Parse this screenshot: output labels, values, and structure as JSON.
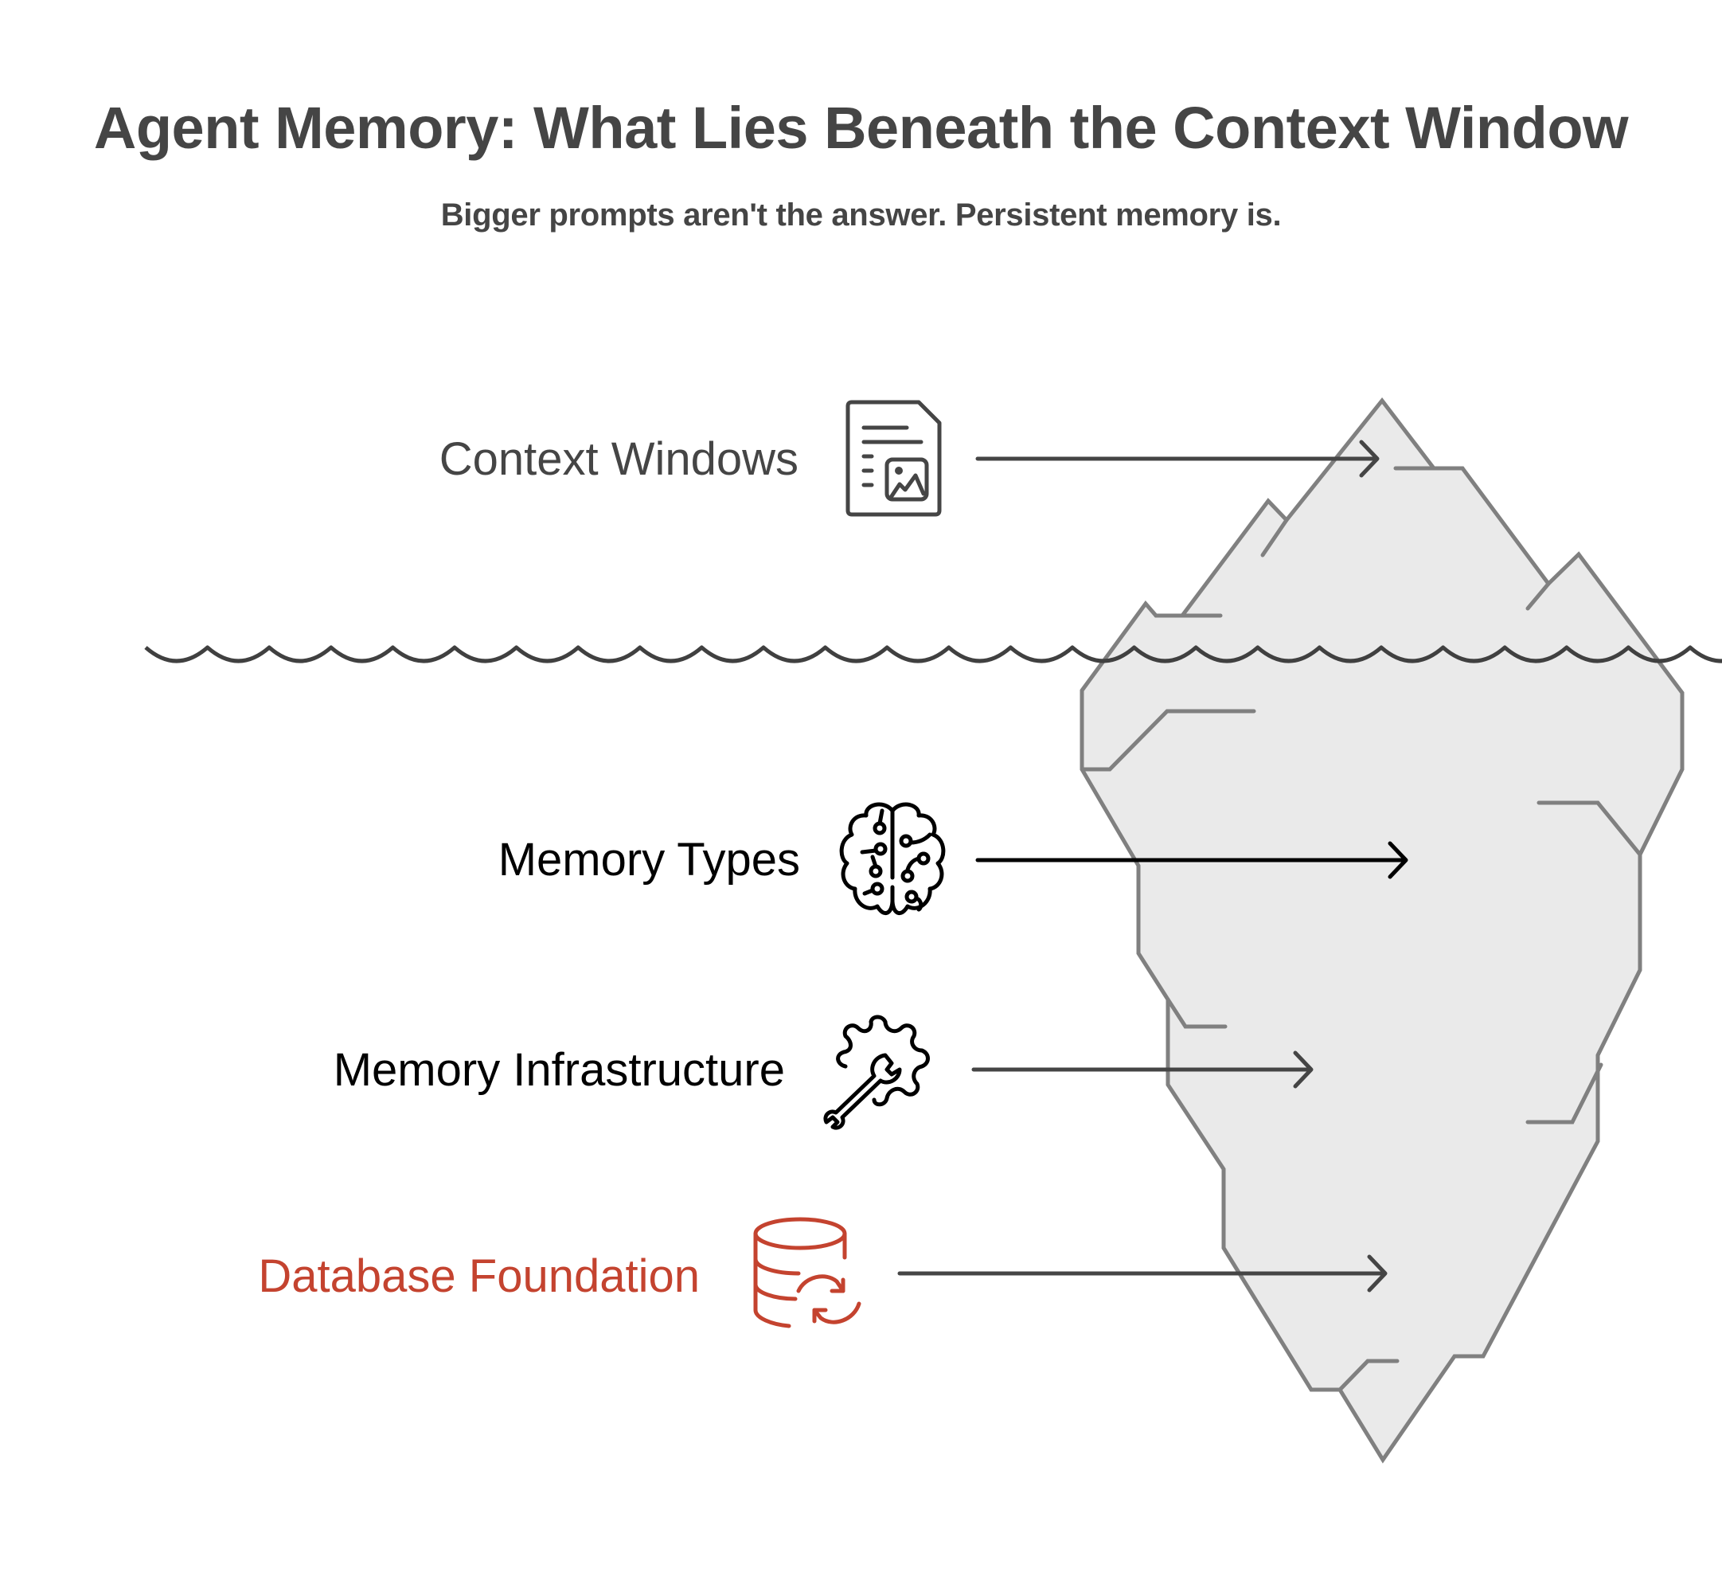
{
  "header": {
    "title": "Agent Memory: What Lies Beneath the Context Window",
    "subtitle": "Bigger prompts aren't the answer. Persistent memory is."
  },
  "colors": {
    "text_dark": "#454545",
    "text_black": "#000000",
    "accent_red": "#C4432F",
    "iceberg_fill": "#EAEAEA",
    "iceberg_stroke": "#808080",
    "water_stroke": "#404040"
  },
  "layers": [
    {
      "label": "Context Windows",
      "icon": "document-image-icon",
      "position": "above-water",
      "color": "#454545"
    },
    {
      "label": "Memory Types",
      "icon": "brain-circuit-icon",
      "position": "below-water",
      "color": "#000000"
    },
    {
      "label": "Memory Infrastructure",
      "icon": "gear-wrench-icon",
      "position": "below-water",
      "color": "#000000"
    },
    {
      "label": "Database Foundation",
      "icon": "database-sync-icon",
      "position": "below-water",
      "color": "#C4432F"
    }
  ]
}
